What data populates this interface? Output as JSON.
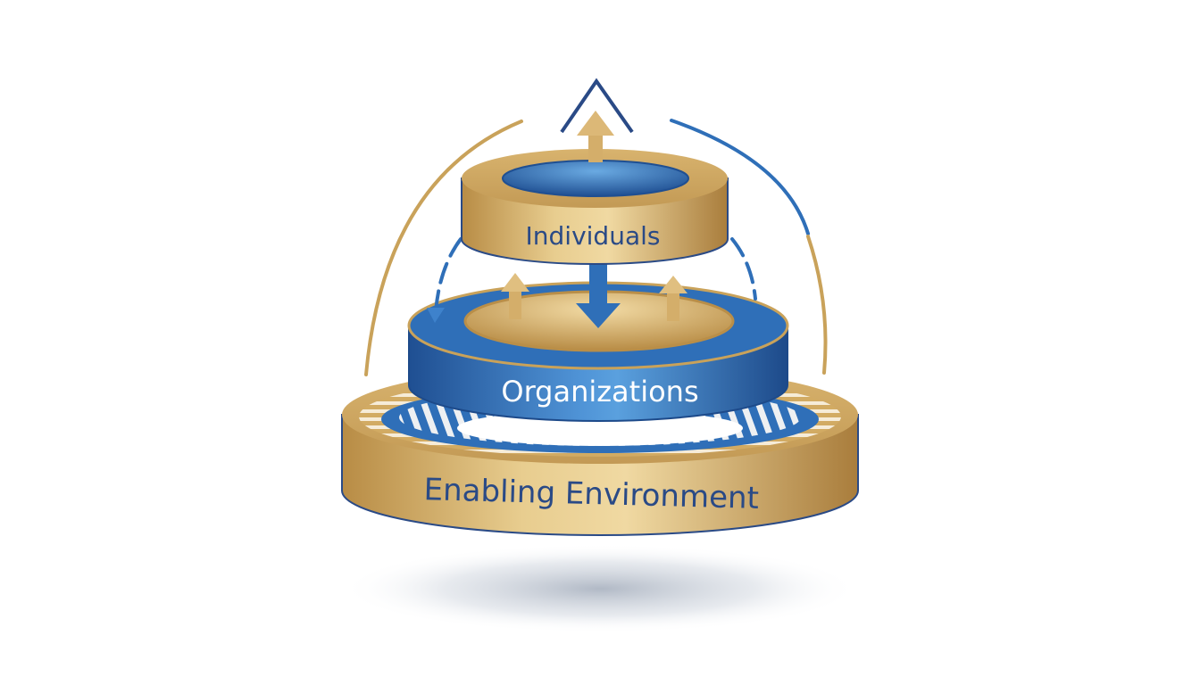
{
  "diagram": {
    "type": "stacked-tiers",
    "tiers": [
      {
        "label": "Individuals",
        "position": "top",
        "ring_color": "#c9a25a",
        "inner_color": "#2f6fb8",
        "text_color": "#2a4a86"
      },
      {
        "label": "Organizations",
        "position": "middle",
        "ring_color": "#2f6fb8",
        "inner_color": "#d9b36a",
        "text_color": "#ffffff"
      },
      {
        "label": "Enabling Environment",
        "position": "bottom",
        "ring_color": "#c9a25a",
        "inner_color": "#2f6fb8",
        "text_color": "#2a4a86"
      }
    ],
    "arrows": [
      {
        "name": "individuals-up-arrow",
        "direction": "up",
        "color": "#d4ae6a"
      },
      {
        "name": "top-chevron",
        "direction": "up",
        "color": "#2a4a86"
      },
      {
        "name": "center-down-arrow",
        "direction": "down",
        "color": "#2f6fb8"
      },
      {
        "name": "organizations-left-up-arrow",
        "direction": "up",
        "color": "#d4ae6a"
      },
      {
        "name": "organizations-right-up-arrow",
        "direction": "up",
        "color": "#d4ae6a"
      },
      {
        "name": "left-dashed-return-arrow",
        "direction": "down",
        "color": "#2f6fb8"
      }
    ],
    "colors": {
      "gold": "#c9a25a",
      "gold_light": "#e6c98a",
      "blue": "#2f6fb8",
      "blue_dark": "#1f4f92",
      "navy_text": "#2a4a86"
    }
  }
}
